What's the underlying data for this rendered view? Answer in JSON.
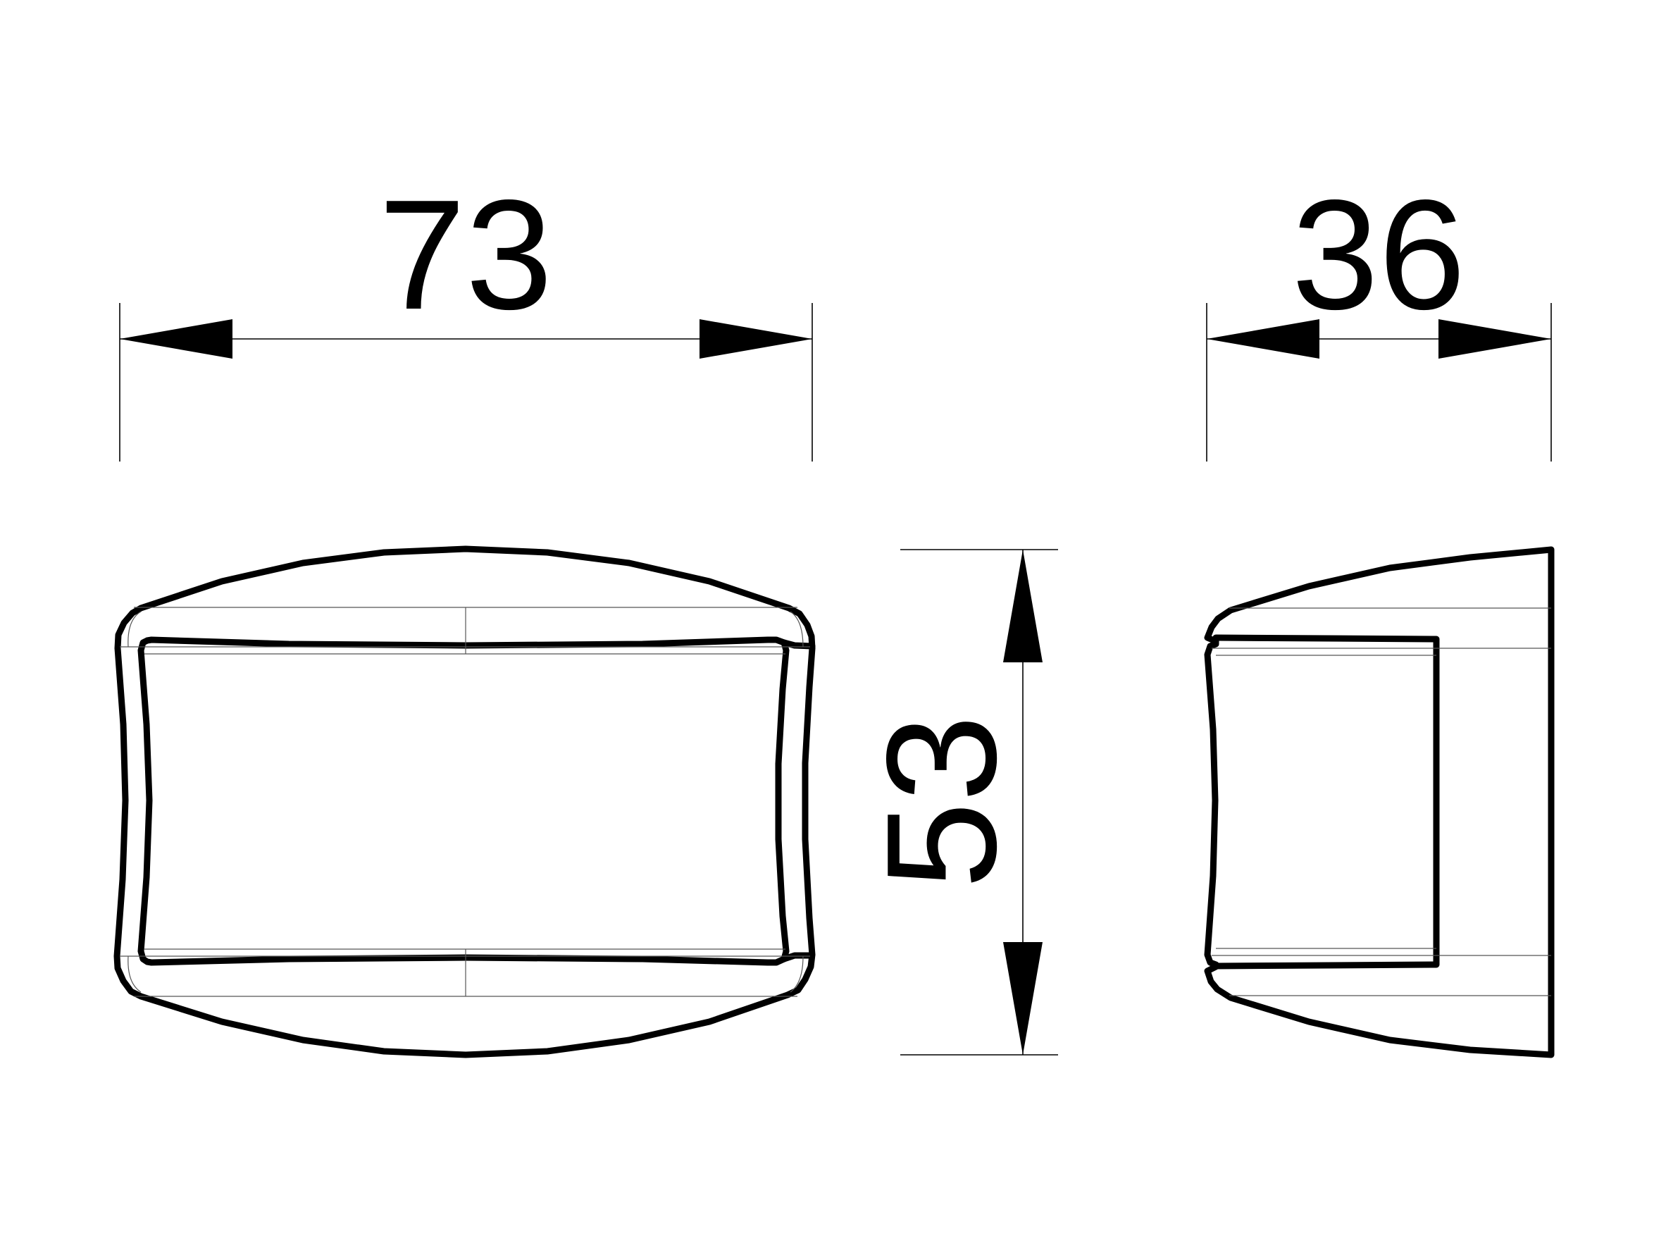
{
  "dimensions": {
    "width_label": "73",
    "depth_label": "36",
    "height_label": "53"
  },
  "colors": {
    "line": "#000000",
    "background": "#ffffff"
  }
}
